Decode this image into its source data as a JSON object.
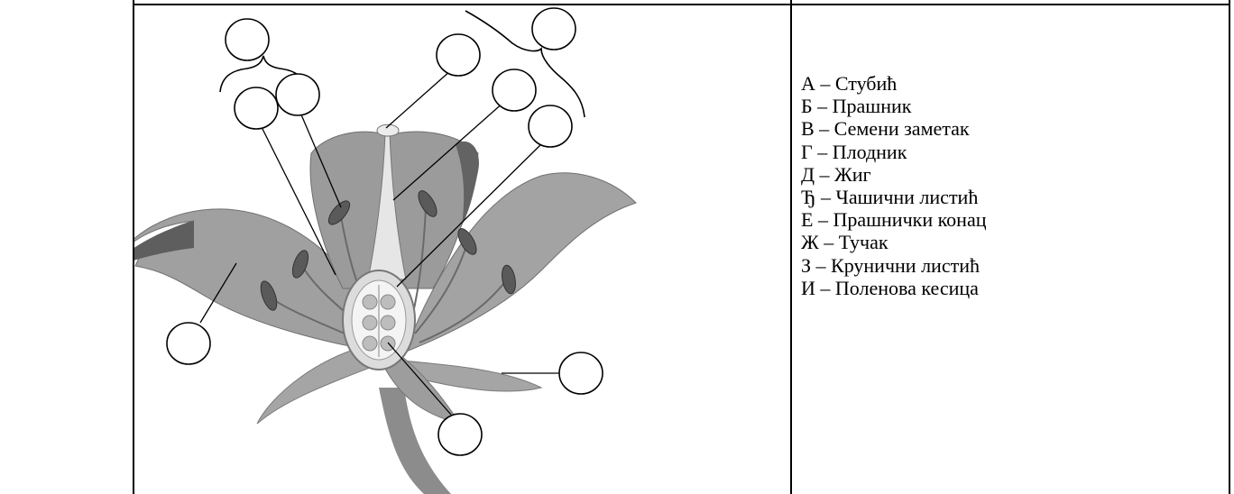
{
  "legend": {
    "items": [
      "А – Стубић",
      "Б – Прашник",
      "В – Семени заметак",
      "Г – Плодник",
      "Д – Жиг",
      "Ђ – Чашични листић",
      "Е – Прашнички конац",
      "Ж – Тучак",
      "З – Крунични листић",
      "И – Поленова кесица"
    ]
  },
  "diagram": {
    "subject": "flower-cross-section",
    "blank_label_count": 10,
    "colors": {
      "petal": "#9a9a9a",
      "petal_dark": "#6b6b6b",
      "ovary_fill": "#e4e4e4",
      "stem": "#8c8c8c",
      "line": "#000000"
    }
  }
}
